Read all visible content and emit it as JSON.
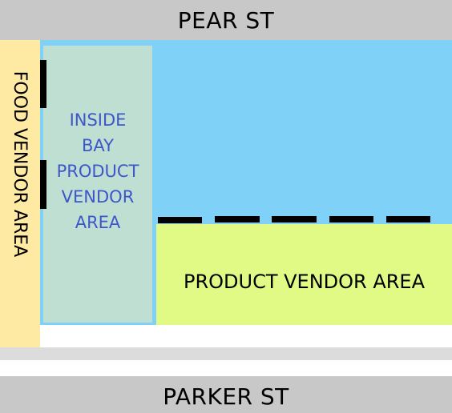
{
  "streets": {
    "north": "PEAR ST",
    "south": "PARKER ST"
  },
  "areas": {
    "food_vendor": "FOOD VENDOR AREA",
    "inside_bay_lines": [
      "INSIDE",
      "BAY",
      "PRODUCT",
      "VENDOR",
      "AREA"
    ],
    "product_vendor": "PRODUCT VENDOR AREA"
  },
  "colors": {
    "street": "#c8c8c8",
    "food_area": "#ffeaa4",
    "bay_building": "#7fd1f7",
    "inside_bay": "#c0dfd3",
    "inside_bay_text": "#3d56c9",
    "product_area": "#e0fa85",
    "doors": "#000000"
  }
}
